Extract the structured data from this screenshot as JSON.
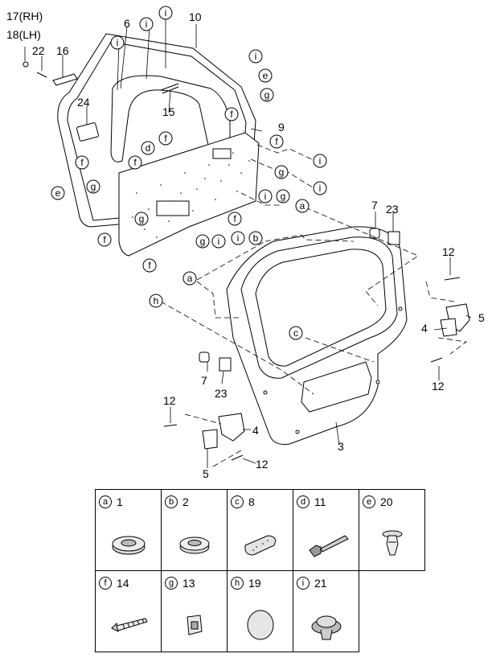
{
  "callouts": {
    "n17": "17(RH)",
    "n18": "18(LH)",
    "n22": "22",
    "n16": "16",
    "n6": "6",
    "n10": "10",
    "n24": "24",
    "n15": "15",
    "n9": "9",
    "n7a": "7",
    "n23a": "23",
    "n12a": "12",
    "n5a": "5",
    "n4a": "4",
    "n12b": "12",
    "n7b": "7",
    "n23b": "23",
    "n12c": "12",
    "n4b": "4",
    "n5b": "5",
    "n12d": "12",
    "n3": "3"
  },
  "letters": {
    "a": "a",
    "b": "b",
    "c": "c",
    "d": "d",
    "e": "e",
    "f": "f",
    "g": "g",
    "h": "h",
    "i": "i"
  },
  "legend": [
    [
      {
        "letter": "a",
        "part": "1",
        "icon": "grommet-icon"
      },
      {
        "letter": "b",
        "part": "2",
        "icon": "grommet-icon"
      },
      {
        "letter": "c",
        "part": "8",
        "icon": "pad-icon"
      },
      {
        "letter": "d",
        "part": "11",
        "icon": "strap-icon"
      },
      {
        "letter": "e",
        "part": "20",
        "icon": "push-clip-icon"
      }
    ],
    [
      {
        "letter": "f",
        "part": "14",
        "icon": "screw-icon"
      },
      {
        "letter": "g",
        "part": "13",
        "icon": "nut-clip-icon"
      },
      {
        "letter": "h",
        "part": "19",
        "icon": "plug-icon"
      },
      {
        "letter": "i",
        "part": "21",
        "icon": "trim-clip-icon"
      }
    ]
  ]
}
